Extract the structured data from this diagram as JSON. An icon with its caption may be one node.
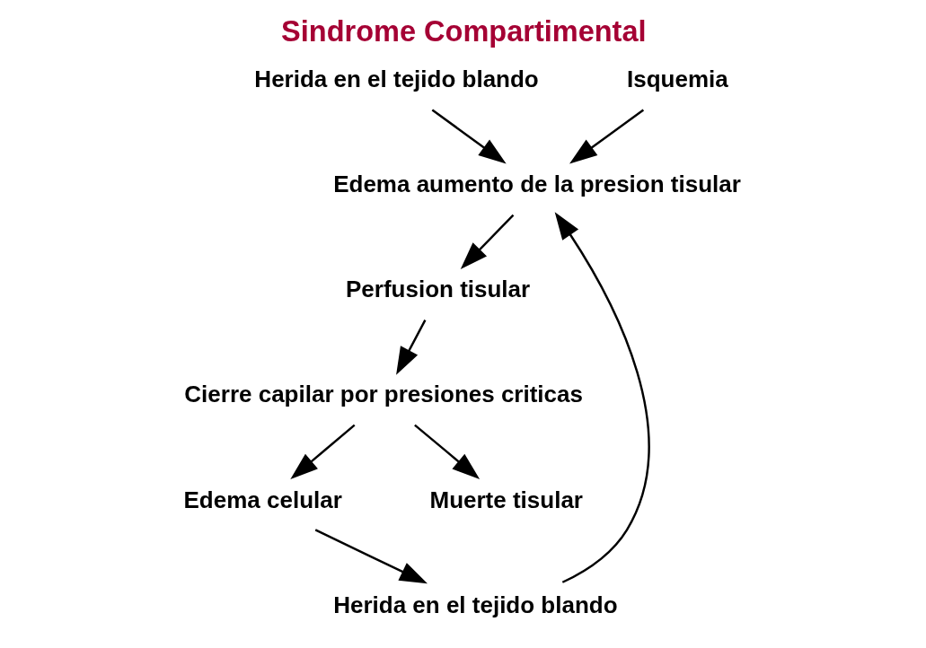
{
  "diagram": {
    "title": "Sindrome Compartimental",
    "nodes": [
      {
        "text": [
          "Herida en el tejido blando"
        ]
      },
      {
        "text": [
          "Isquemia"
        ]
      },
      {
        "text": [
          "Edema aumento de la presion tisular"
        ]
      },
      {
        "text": [
          "Herida en el tejido blando"
        ]
      },
      {
        "text": [
          "Perfusion tisular"
        ]
      },
      {
        "text": [
          "Edema celular"
        ]
      },
      {
        "text": [
          "Cierre capilar por presiones criticas"
        ]
      },
      {
        "text": [
          "Muerte tisular"
        ]
      }
    ],
    "edges": [
      {
        "from": 0,
        "to": 2,
        "arrow": "to"
      },
      {
        "from": 1,
        "to": 2,
        "arrow": "to"
      },
      {
        "from": 3,
        "to": 2,
        "arrow": "to"
      },
      {
        "from": 2,
        "to": 4,
        "arrow": "to"
      },
      {
        "from": 4,
        "to": 6,
        "arrow": "to"
      },
      {
        "from": 6,
        "to": 5,
        "arrow": "to"
      },
      {
        "from": 5,
        "to": 3,
        "arrow": "to"
      },
      {
        "from": 6,
        "to": 7,
        "arrow": "to"
      }
    ]
  }
}
